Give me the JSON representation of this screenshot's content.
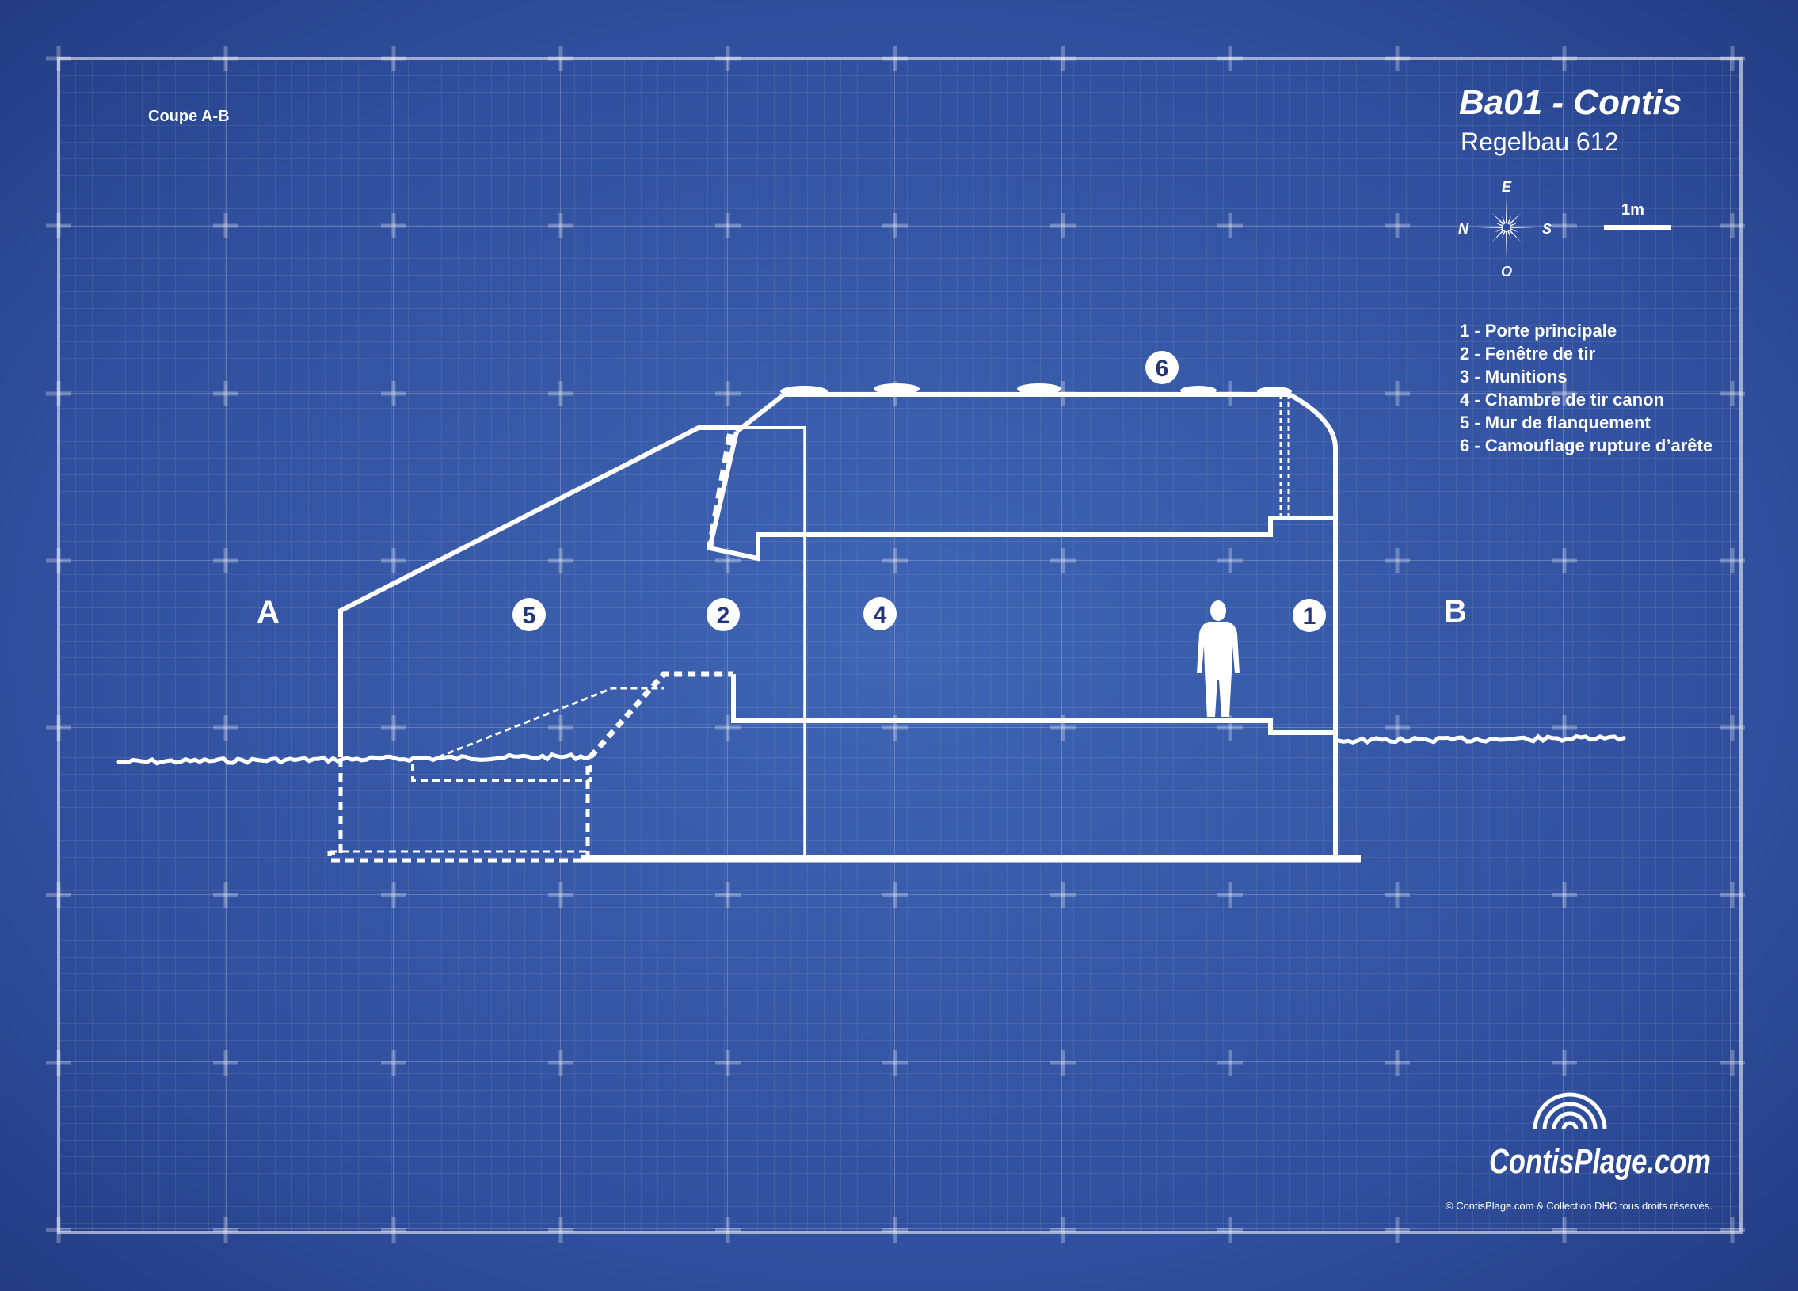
{
  "section_label": "Coupe A-B",
  "title": "Ba01 - Contis",
  "subtitle": "Regelbau 612",
  "compass": {
    "north": "N",
    "south": "S",
    "east": "E",
    "west": "O",
    "icon": "compass-rose-icon"
  },
  "scale": {
    "label": "1m"
  },
  "section_points": {
    "start": "A",
    "end": "B"
  },
  "zones": {
    "z1": "1",
    "z2": "2",
    "z4": "4",
    "z5": "5",
    "z6": "6"
  },
  "legend": [
    "1 - Porte principale",
    "2 - Fenêtre de tir",
    "3 - Munitions",
    "4 - Chambre de tir canon",
    "5 - Mur de flanquement",
    "6 - Camouflage rupture d’arête"
  ],
  "logo": {
    "brand": "ContisPlage.com",
    "icon": "wave-logo-icon"
  },
  "copyright": "© ContisPlage.com & Collection DHC tous droits réservés.",
  "colors": {
    "background": "#2f4f9c",
    "line": "#ffffff",
    "badge_text": "#22367a"
  }
}
